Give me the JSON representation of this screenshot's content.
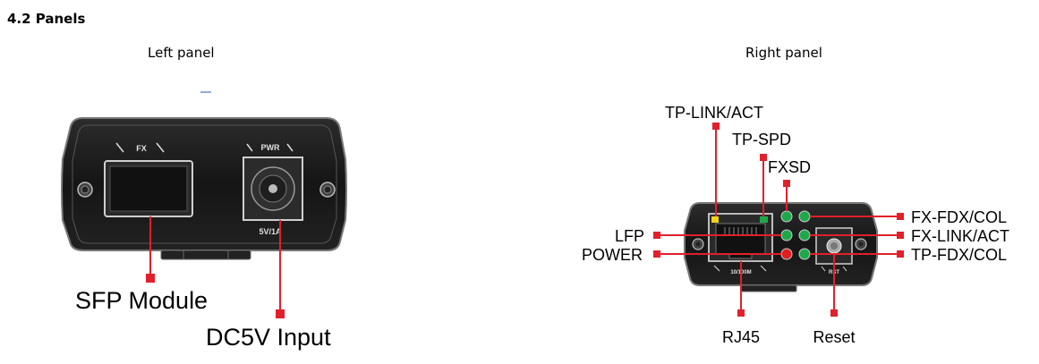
{
  "section_heading": "4.2 Panels",
  "left_panel": {
    "title": "Left panel",
    "silkscreen": {
      "fx": "FX",
      "pwr": "PWR",
      "rating": "5V/1A"
    },
    "callouts": {
      "sfp": "SFP Module",
      "dc": "DC5V Input"
    }
  },
  "right_panel": {
    "title": "Right panel",
    "silkscreen": {
      "port": "10/100M",
      "rst": "RST"
    },
    "callouts": {
      "tp_link_act": "TP-LINK/ACT",
      "tp_spd": "TP-SPD",
      "fxsd": "FXSD",
      "lfp": "LFP",
      "power": "POWER",
      "fx_fdx_col": "FX-FDX/COL",
      "fx_link_act": "FX-LINK/ACT",
      "tp_fdx_col": "TP-FDX/COL",
      "rj45": "RJ45",
      "reset": "Reset"
    }
  },
  "colors": {
    "callout_line": "#e0202a",
    "device_body": "#1b1b1b",
    "led_green": "#1fa84a",
    "led_red": "#e01e1e",
    "led_yellow": "#f4d21a"
  }
}
